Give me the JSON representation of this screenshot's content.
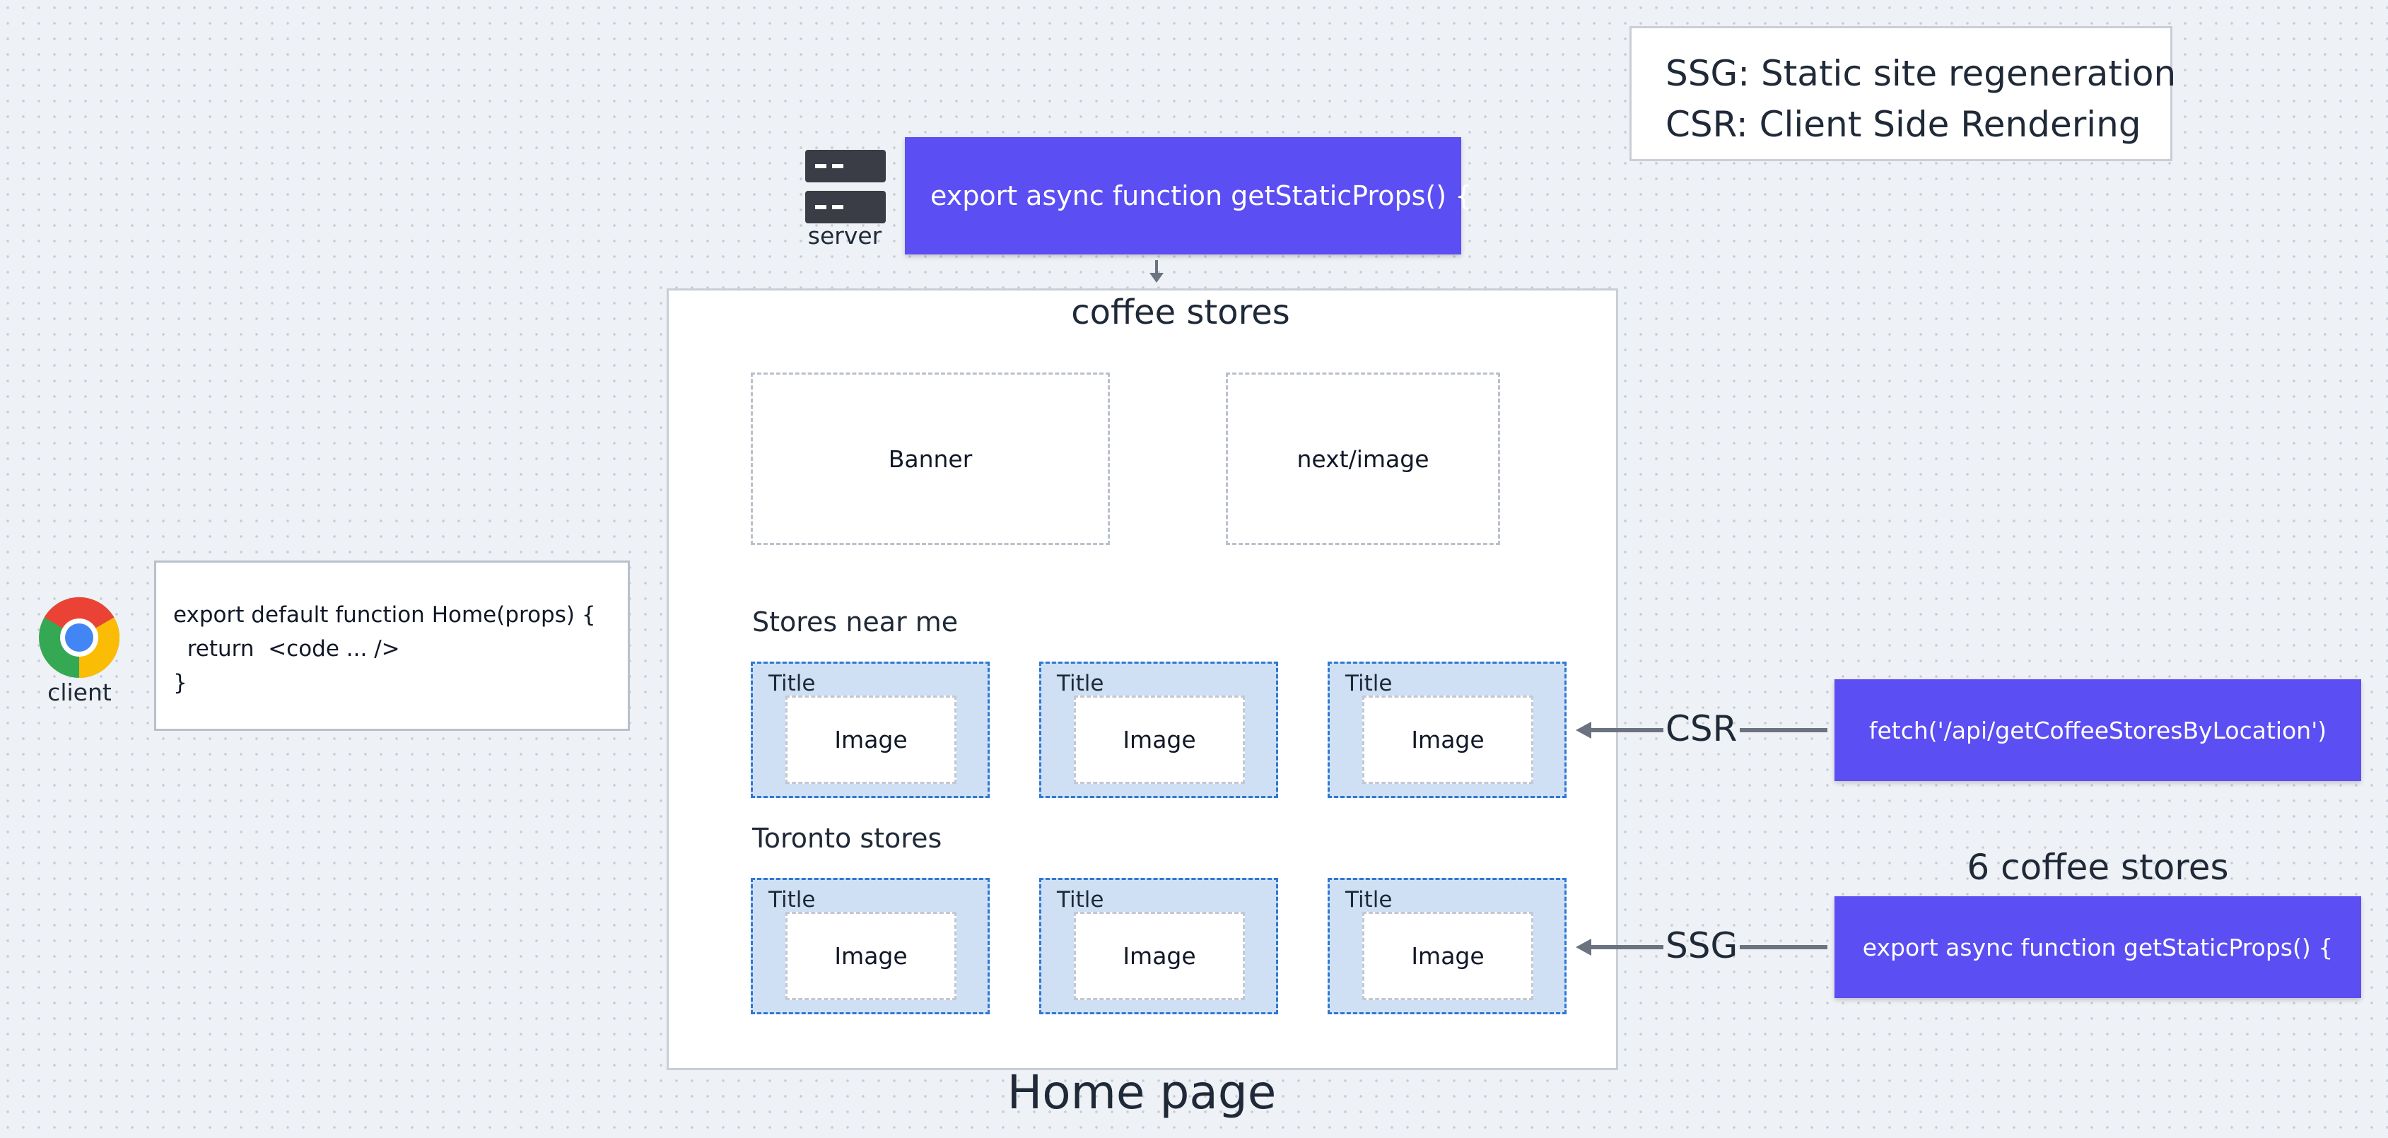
{
  "legend": {
    "ssg": "SSG: Static site regeneration",
    "csr": "CSR: Client Side Rendering"
  },
  "server": {
    "label": "server",
    "icon": "server-icon",
    "function": "export async function getStaticProps() {"
  },
  "client": {
    "label": "client",
    "icon": "chrome-browser-icon",
    "code": [
      "export default function Home(props) {",
      "  return  <code ... />",
      "}"
    ]
  },
  "page": {
    "title": "coffee stores",
    "banner": "Banner",
    "next_image": "next/image",
    "caption": "Home page"
  },
  "sections": [
    {
      "label": "Stores near me",
      "cards": [
        {
          "title": "Title",
          "image": "Image"
        },
        {
          "title": "Title",
          "image": "Image"
        },
        {
          "title": "Title",
          "image": "Image"
        }
      ]
    },
    {
      "label": "Toronto stores",
      "cards": [
        {
          "title": "Title",
          "image": "Image"
        },
        {
          "title": "Title",
          "image": "Image"
        },
        {
          "title": "Title",
          "image": "Image"
        }
      ]
    }
  ],
  "csr": {
    "label": "CSR",
    "function": "fetch('/api/getCoffeeStoresByLocation')"
  },
  "ssg": {
    "label": "SSG",
    "count": "6 coffee stores",
    "function": "export async function getStaticProps() {"
  },
  "colors": {
    "accent": "#5b4ef3",
    "card_fill": "#cfe0f5",
    "card_border": "#2f78d3",
    "arrow": "#6b7280"
  }
}
